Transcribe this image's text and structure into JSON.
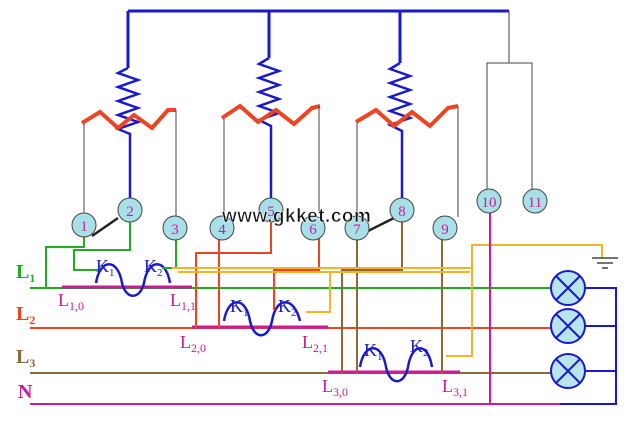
{
  "colors": {
    "blue": "#1a1acc",
    "orange": "#ee4422",
    "green": "#22aa22",
    "brown": "#8a6a3a",
    "magenta": "#cc1a99",
    "yellow": "#f5b428",
    "terminal_fill": "#a8e0e8",
    "lamp_fill": "#b8e4ec"
  },
  "lines": {
    "l1": {
      "main": "L",
      "sub": "1"
    },
    "l2": {
      "main": "L",
      "sub": "2"
    },
    "l3": {
      "main": "L",
      "sub": "3"
    },
    "n": {
      "main": "N"
    }
  },
  "terminals": {
    "t1": "1",
    "t2": "2",
    "t3": "3",
    "t4": "4",
    "t5": "5",
    "t6": "6",
    "t7": "7",
    "t8": "8",
    "t9": "9",
    "t10": "10",
    "t11": "11"
  },
  "ct_labels": {
    "k1": {
      "main": "K",
      "sub": "1"
    },
    "k2": {
      "main": "K",
      "sub": "2"
    },
    "l10": {
      "main": "L",
      "sub": "1,0"
    },
    "l11": {
      "main": "L",
      "sub": "1,1"
    },
    "l20": {
      "main": "L",
      "sub": "2,0"
    },
    "l21": {
      "main": "L",
      "sub": "2,1"
    },
    "l30": {
      "main": "L",
      "sub": "3,0"
    },
    "l31": {
      "main": "L",
      "sub": "3,1"
    }
  },
  "watermark": "www.gkket.com"
}
